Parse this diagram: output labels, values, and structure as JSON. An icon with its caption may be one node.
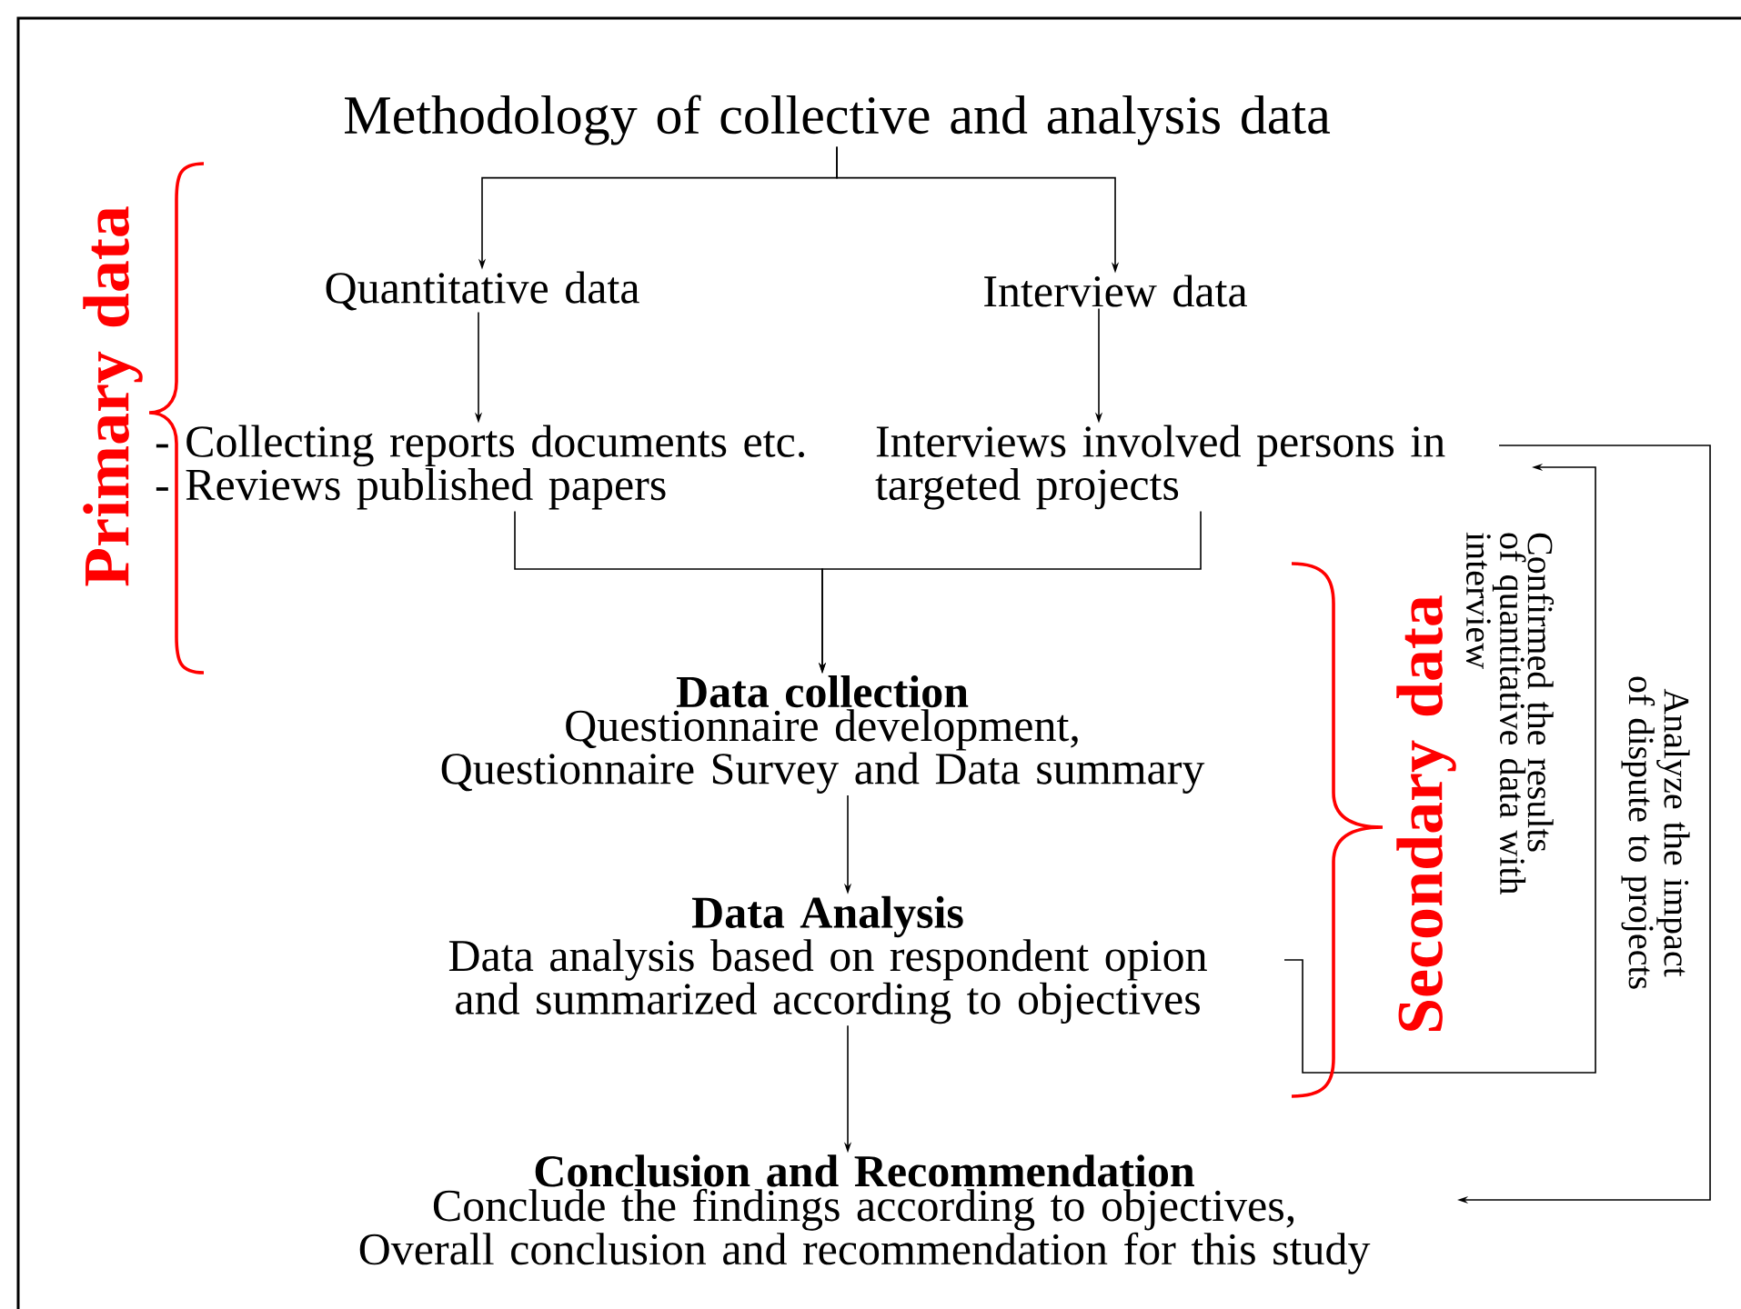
{
  "diagram": {
    "nodes": [
      {
        "text": [
          "Methodology of collective and analysis data"
        ]
      },
      {
        "text": [
          "Quantitative data"
        ]
      },
      {
        "text": [
          "Interview data"
        ]
      },
      {
        "text": [
          "- Collecting reports documents etc.",
          "- Reviews published papers"
        ]
      },
      {
        "text": [
          "Interviews involved persons in targeted projects"
        ]
      },
      {
        "text": [
          "Data collection",
          "Questionnaire development, Questionnaire Survey and Data summary"
        ]
      },
      {
        "text": [
          "Data Analysis",
          "Data analysis based on respondent opion and summarized according to objectives"
        ]
      },
      {
        "text": [
          "Conclusion and Recommendation",
          "Conclude the findings according to objectives, Overall conclusion and recommendation for this study"
        ]
      }
    ],
    "edges": [
      {
        "from": 0,
        "to": 1,
        "arrow": "to"
      },
      {
        "from": 0,
        "to": 2,
        "arrow": "to"
      },
      {
        "from": 1,
        "to": 3,
        "arrow": "to"
      },
      {
        "from": 2,
        "to": 4,
        "arrow": "to"
      },
      {
        "from": 3,
        "to": 5,
        "arrow": "to"
      },
      {
        "from": 4,
        "to": 5,
        "arrow": "to"
      },
      {
        "from": 5,
        "to": 6,
        "arrow": "to"
      },
      {
        "from": 6,
        "to": 7,
        "arrow": "to"
      },
      {
        "from": 6,
        "to": 4,
        "arrow": "to",
        "label": "Confirmed the results of quantitative data with interview"
      },
      {
        "from": 4,
        "to": 7,
        "arrow": "to",
        "label": "Analyze the impact of dispute to projects"
      }
    ],
    "labels": [
      "Primary data",
      "Secondary data"
    ]
  }
}
